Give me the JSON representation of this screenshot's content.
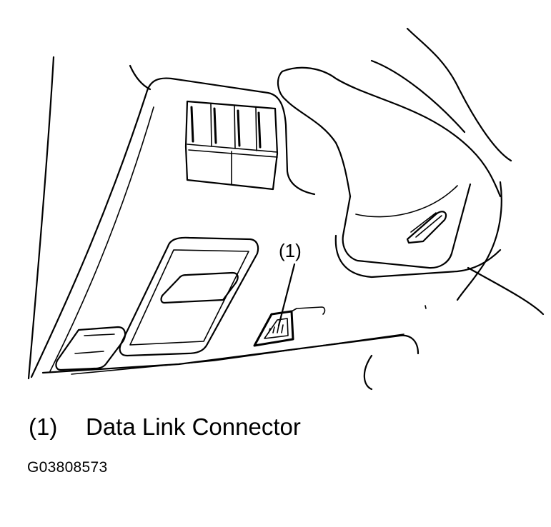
{
  "callout": {
    "number": "(1)"
  },
  "legend": {
    "number": "(1)",
    "label": "Data Link Connector"
  },
  "figure_id": "G03808573"
}
